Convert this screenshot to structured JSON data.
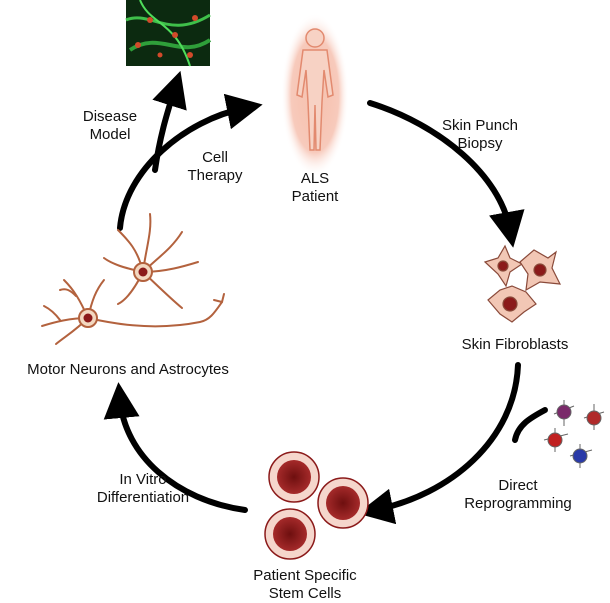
{
  "diagram": {
    "nodes": {
      "patient": {
        "line1": "ALS",
        "line2": "Patient"
      },
      "fibroblasts": {
        "label": "Skin Fibroblasts"
      },
      "stem_cells": {
        "line1": "Patient Specific",
        "line2": "Stem Cells"
      },
      "neurons": {
        "label": "Motor Neurons and Astrocytes"
      }
    },
    "edges": {
      "biopsy": {
        "line1": "Skin Punch",
        "line2": "Biopsy"
      },
      "reprogramming": {
        "line1": "Direct",
        "line2": "Reprogramming"
      },
      "differentiation": {
        "line1": "In Vitro",
        "line2": "Differentiation"
      },
      "cell_therapy": {
        "line1": "Cell",
        "line2": "Therapy"
      },
      "disease_model": {
        "line1": "Disease",
        "line2": "Model"
      }
    }
  },
  "colors": {
    "arrow": "#000000",
    "cell_red": "#8b1a1a",
    "fibroblast": "#f2c7b5",
    "neuron": "#f3d8c0",
    "patient_glow": "#f2a78f"
  },
  "icons": [
    "human-figure-icon",
    "fibroblast-cells-icon",
    "stem-cells-icon",
    "neuron-icon",
    "astrocyte-icon",
    "transcription-factor-molecules-icon",
    "fluorescent-micrograph-image"
  ]
}
